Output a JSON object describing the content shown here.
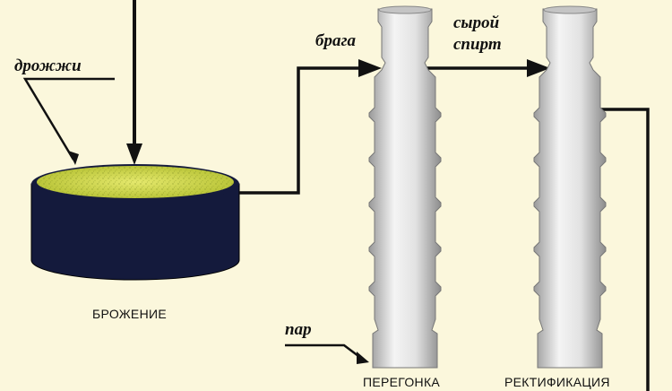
{
  "labels": {
    "yeast": "дрожжи",
    "mash": "брага",
    "raw_spirit_line1": "сырой",
    "raw_spirit_line2": "спирт",
    "steam": "пар",
    "fermentation": "БРОЖЕНИЕ",
    "distillation": "ПЕРЕГОНКА",
    "rectification": "РЕКТИФИКАЦИЯ"
  },
  "colors": {
    "background": "#fbf7dc",
    "tank_body": "#141a3c",
    "liquid": "#c9d24a",
    "column": "#d8d8d8",
    "line": "#111111"
  }
}
